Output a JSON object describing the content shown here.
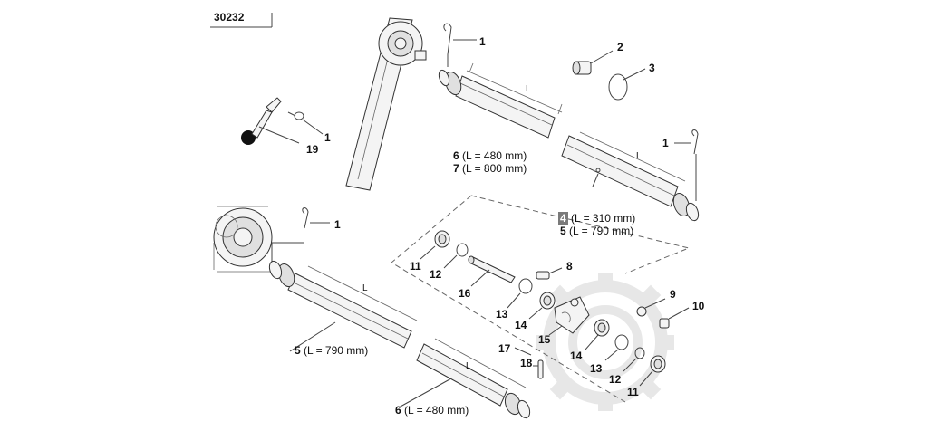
{
  "diagram_id": "30232",
  "callouts": {
    "c1a": "1",
    "c2": "2",
    "c3": "3",
    "c1b": "1",
    "c19": "19",
    "c1c": "1",
    "c6a_num": "6",
    "c6a_dim": "(L = 480 mm)",
    "c7_num": "7",
    "c7_dim": "(L = 800 mm)",
    "c1d": "1",
    "c4_num": "4",
    "c4_dim": "(L = 310 mm)",
    "c5a_num": "5",
    "c5a_dim": "(L = 790 mm)",
    "c8": "8",
    "c9": "9",
    "c10": "10",
    "c11a": "11",
    "c12a": "12",
    "c16": "16",
    "c13a": "13",
    "c14a": "14",
    "c15": "15",
    "c17": "17",
    "c18": "18",
    "c14b": "14",
    "c13b": "13",
    "c12b": "12",
    "c11b": "11",
    "c5b_num": "5",
    "c5b_dim": "(L = 790 mm)",
    "c6b_num": "6",
    "c6b_dim": "(L = 480 mm)",
    "len_mark": "L"
  },
  "colors": {
    "line": "#444444",
    "fill_light": "#f4f4f4",
    "fill_mid": "#e2e2e2",
    "highlight": "#7a7a7a",
    "watermark": "#d8d8d8"
  }
}
